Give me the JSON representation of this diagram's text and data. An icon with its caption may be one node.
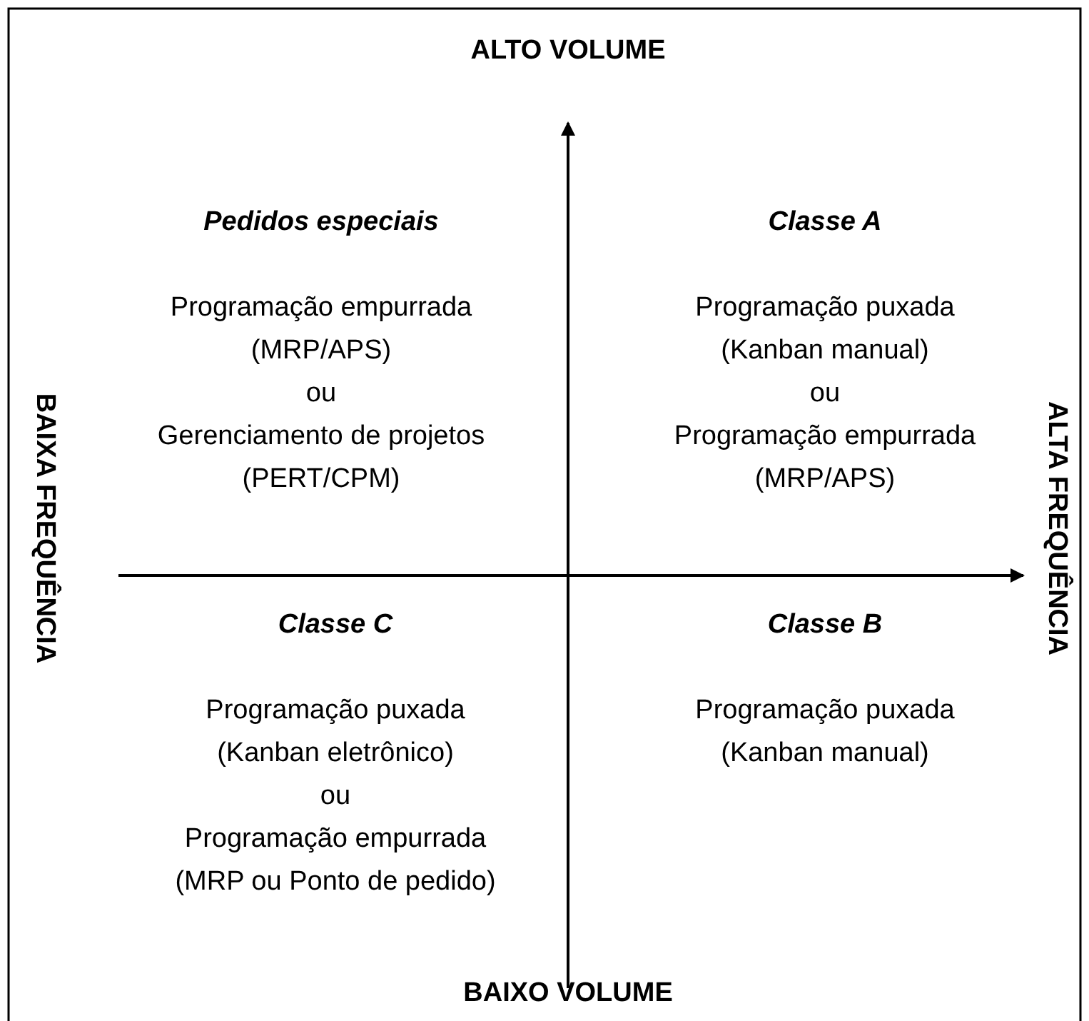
{
  "diagram": {
    "labels": [
      "ALTO VOLUME",
      "Pedidos especiais",
      "Programação empurrada",
      "(MRP/APS)",
      "ou",
      "Gerenciamento de projetos",
      "(PERT/CPM)",
      "Classe A",
      "Programação puxada",
      "(Kanban manual)",
      "ou",
      "Programação empurrada",
      "(MRP/APS)",
      "BAIXA FREQUÊNCIA",
      "ALTA FREQUÊNCIA",
      "Classe C",
      "Programação puxada",
      "(Kanban eletrônico)",
      "ou",
      "Programação empurrada",
      "(MRP ou Ponto de pedido)",
      "Classe B",
      "Programação puxada",
      "(Kanban manual)",
      "BAIXO VOLUME"
    ]
  }
}
